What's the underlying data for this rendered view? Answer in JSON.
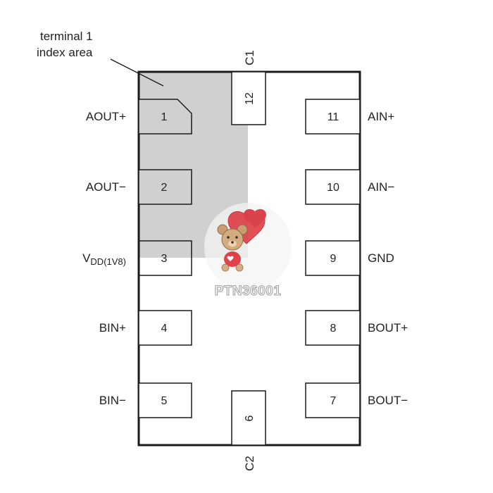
{
  "callout": {
    "line1": "terminal 1",
    "line2": "index area"
  },
  "top_label": "C1",
  "bottom_label": "C2",
  "watermark": {
    "text": "PTN36001",
    "icon": "teddy-bear-with-heart-balloon"
  },
  "colors": {
    "outline": "#1a1a1a",
    "index_area": "#d0d0d0",
    "text": "#222222"
  },
  "vdd": {
    "main": "V",
    "subscript": "DD(1V8)"
  },
  "pins": [
    {
      "num": "1",
      "name": "AOUT+"
    },
    {
      "num": "2",
      "name": "AOUT−"
    },
    {
      "num": "3",
      "name": "V DD(1V8)"
    },
    {
      "num": "4",
      "name": "BIN+"
    },
    {
      "num": "5",
      "name": "BIN−"
    },
    {
      "num": "6",
      "name": ""
    },
    {
      "num": "7",
      "name": "BOUT−"
    },
    {
      "num": "8",
      "name": "BOUT+"
    },
    {
      "num": "9",
      "name": "GND"
    },
    {
      "num": "10",
      "name": "AIN−"
    },
    {
      "num": "11",
      "name": "AIN+"
    },
    {
      "num": "12",
      "name": ""
    }
  ]
}
